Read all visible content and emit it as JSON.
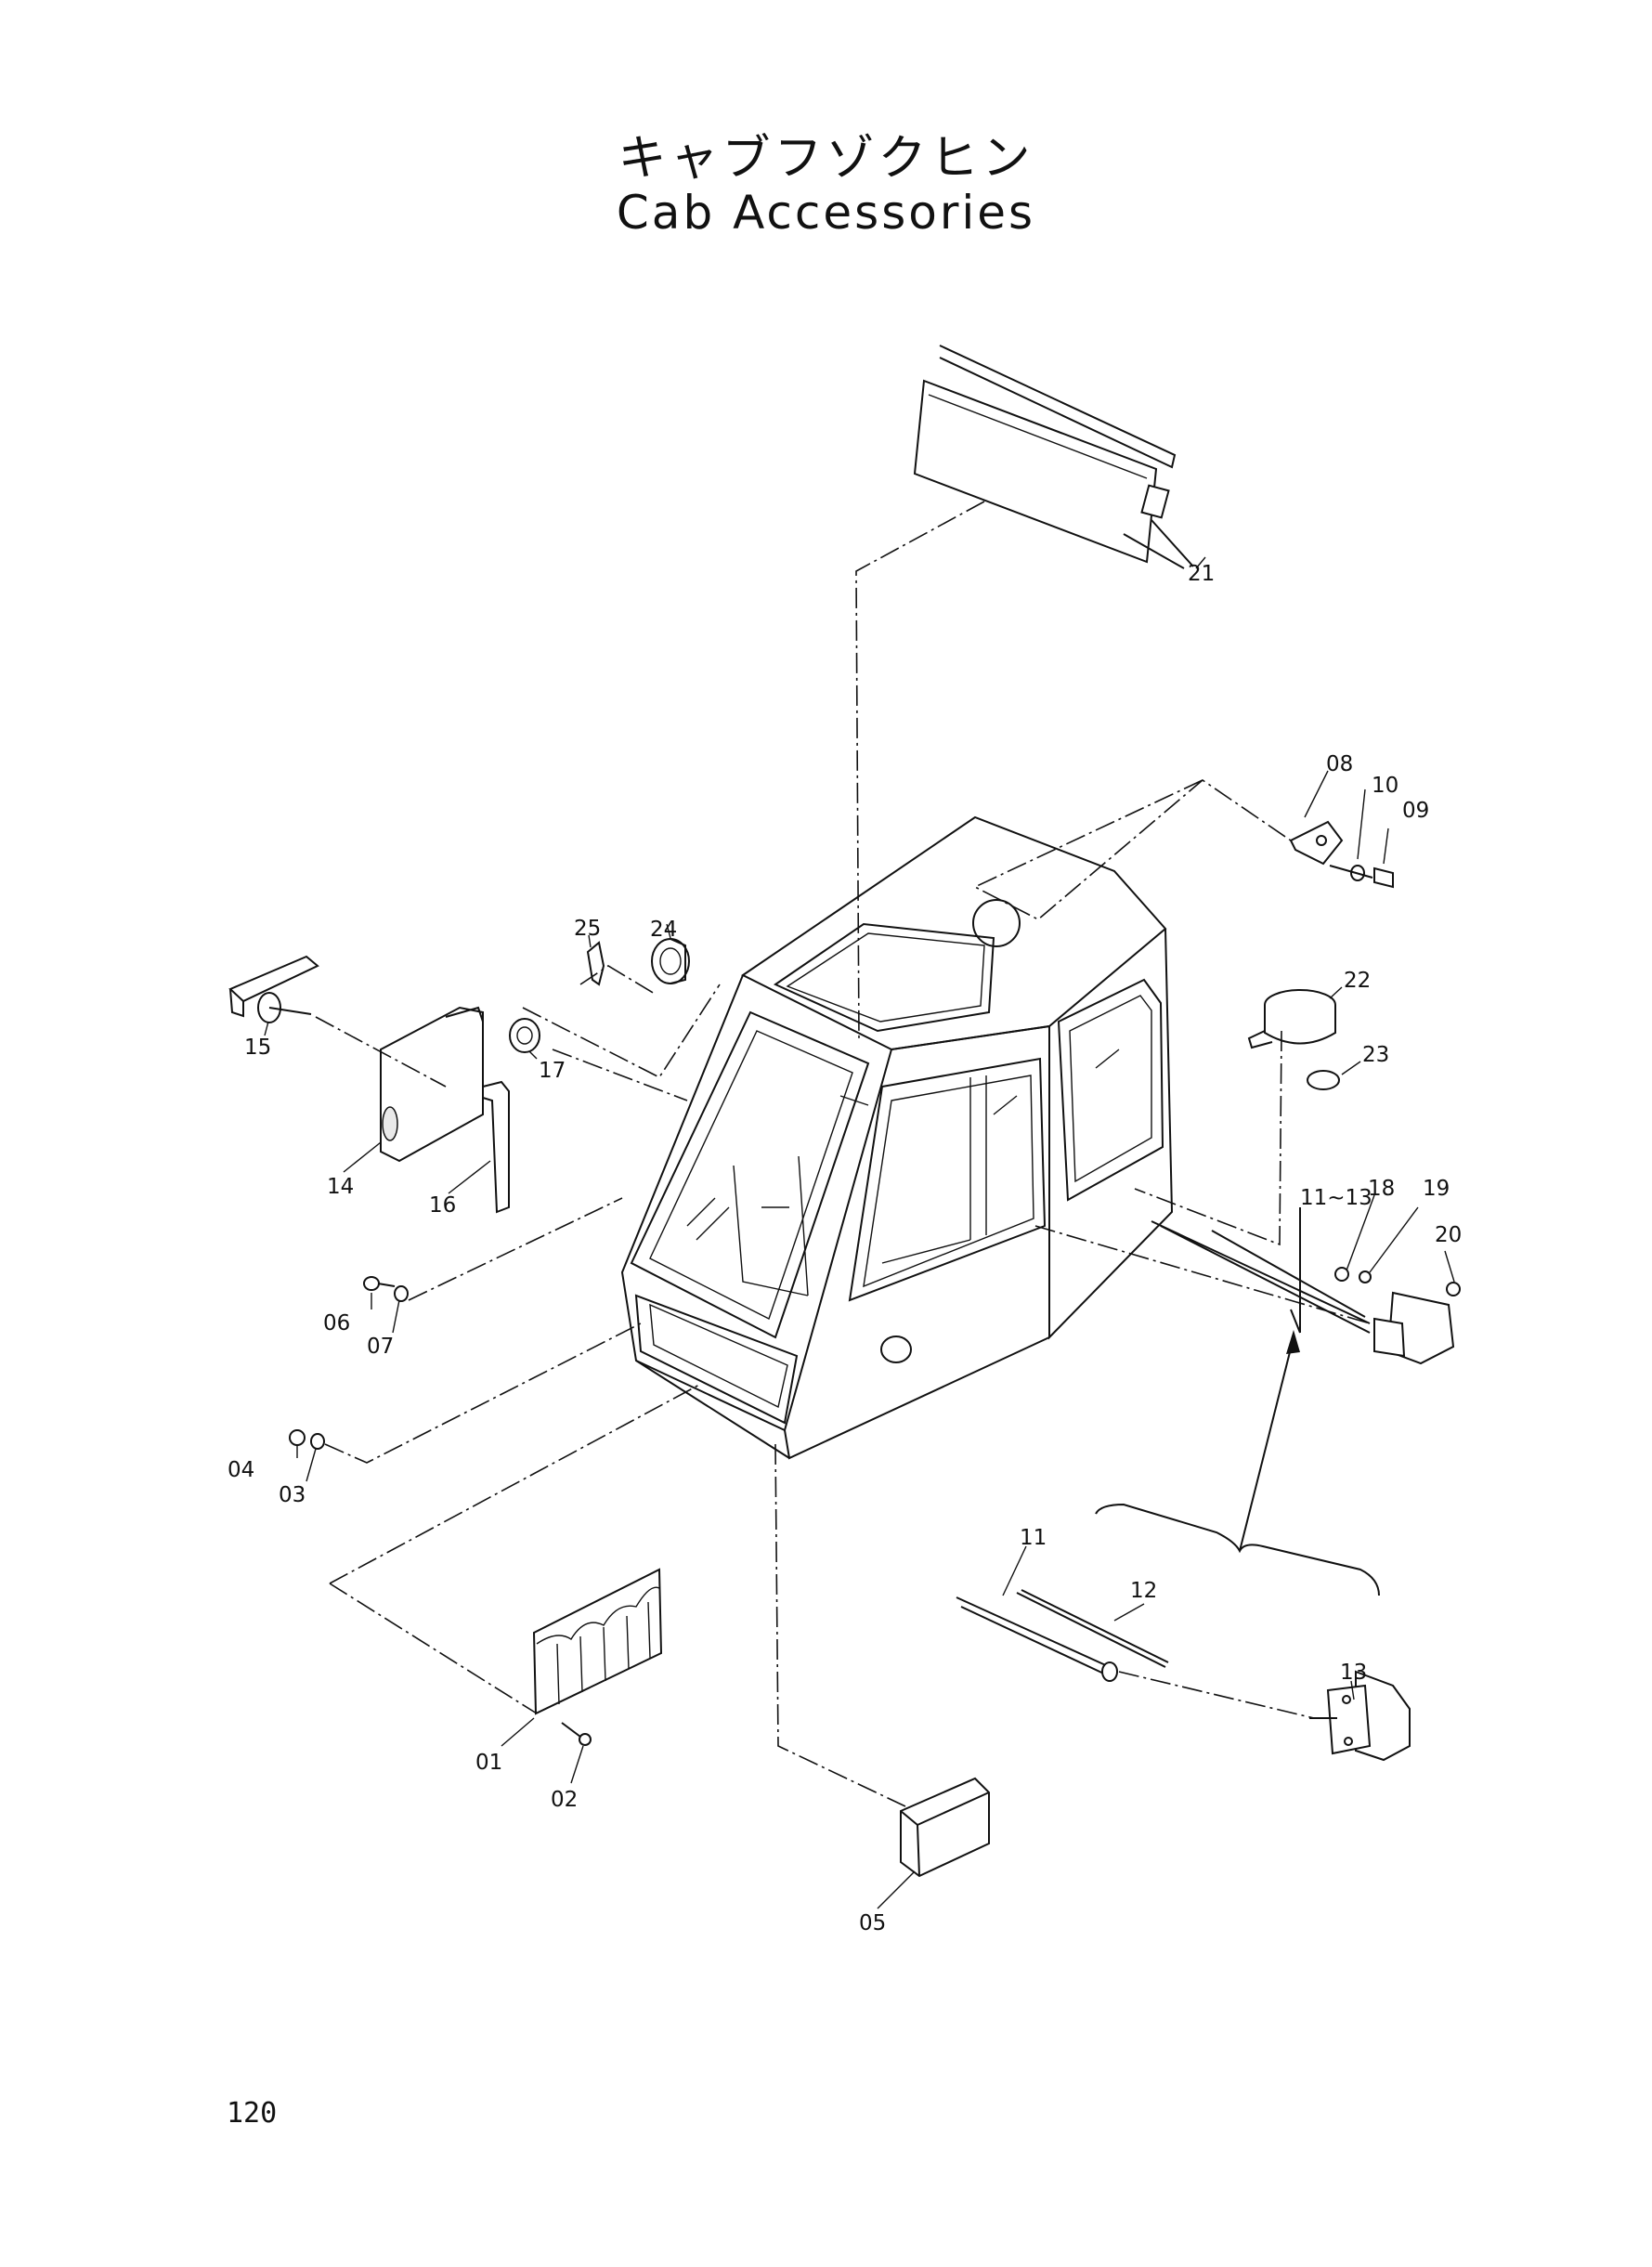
{
  "title": {
    "japanese": "キャブフゾクヒン",
    "english": "Cab Accessories"
  },
  "page_number": "120",
  "callouts": {
    "c01": "01",
    "c02": "02",
    "c03": "03",
    "c04": "04",
    "c05": "05",
    "c06": "06",
    "c07": "07",
    "c08": "08",
    "c09": "09",
    "c10": "10",
    "c11": "11",
    "c11_13": "11~13",
    "c12": "12",
    "c13": "13",
    "c14": "14",
    "c15": "15",
    "c16": "16",
    "c17": "17",
    "c18": "18",
    "c19": "19",
    "c20": "20",
    "c21": "21",
    "c22": "22",
    "c23": "23",
    "c24": "24",
    "c25": "25"
  }
}
